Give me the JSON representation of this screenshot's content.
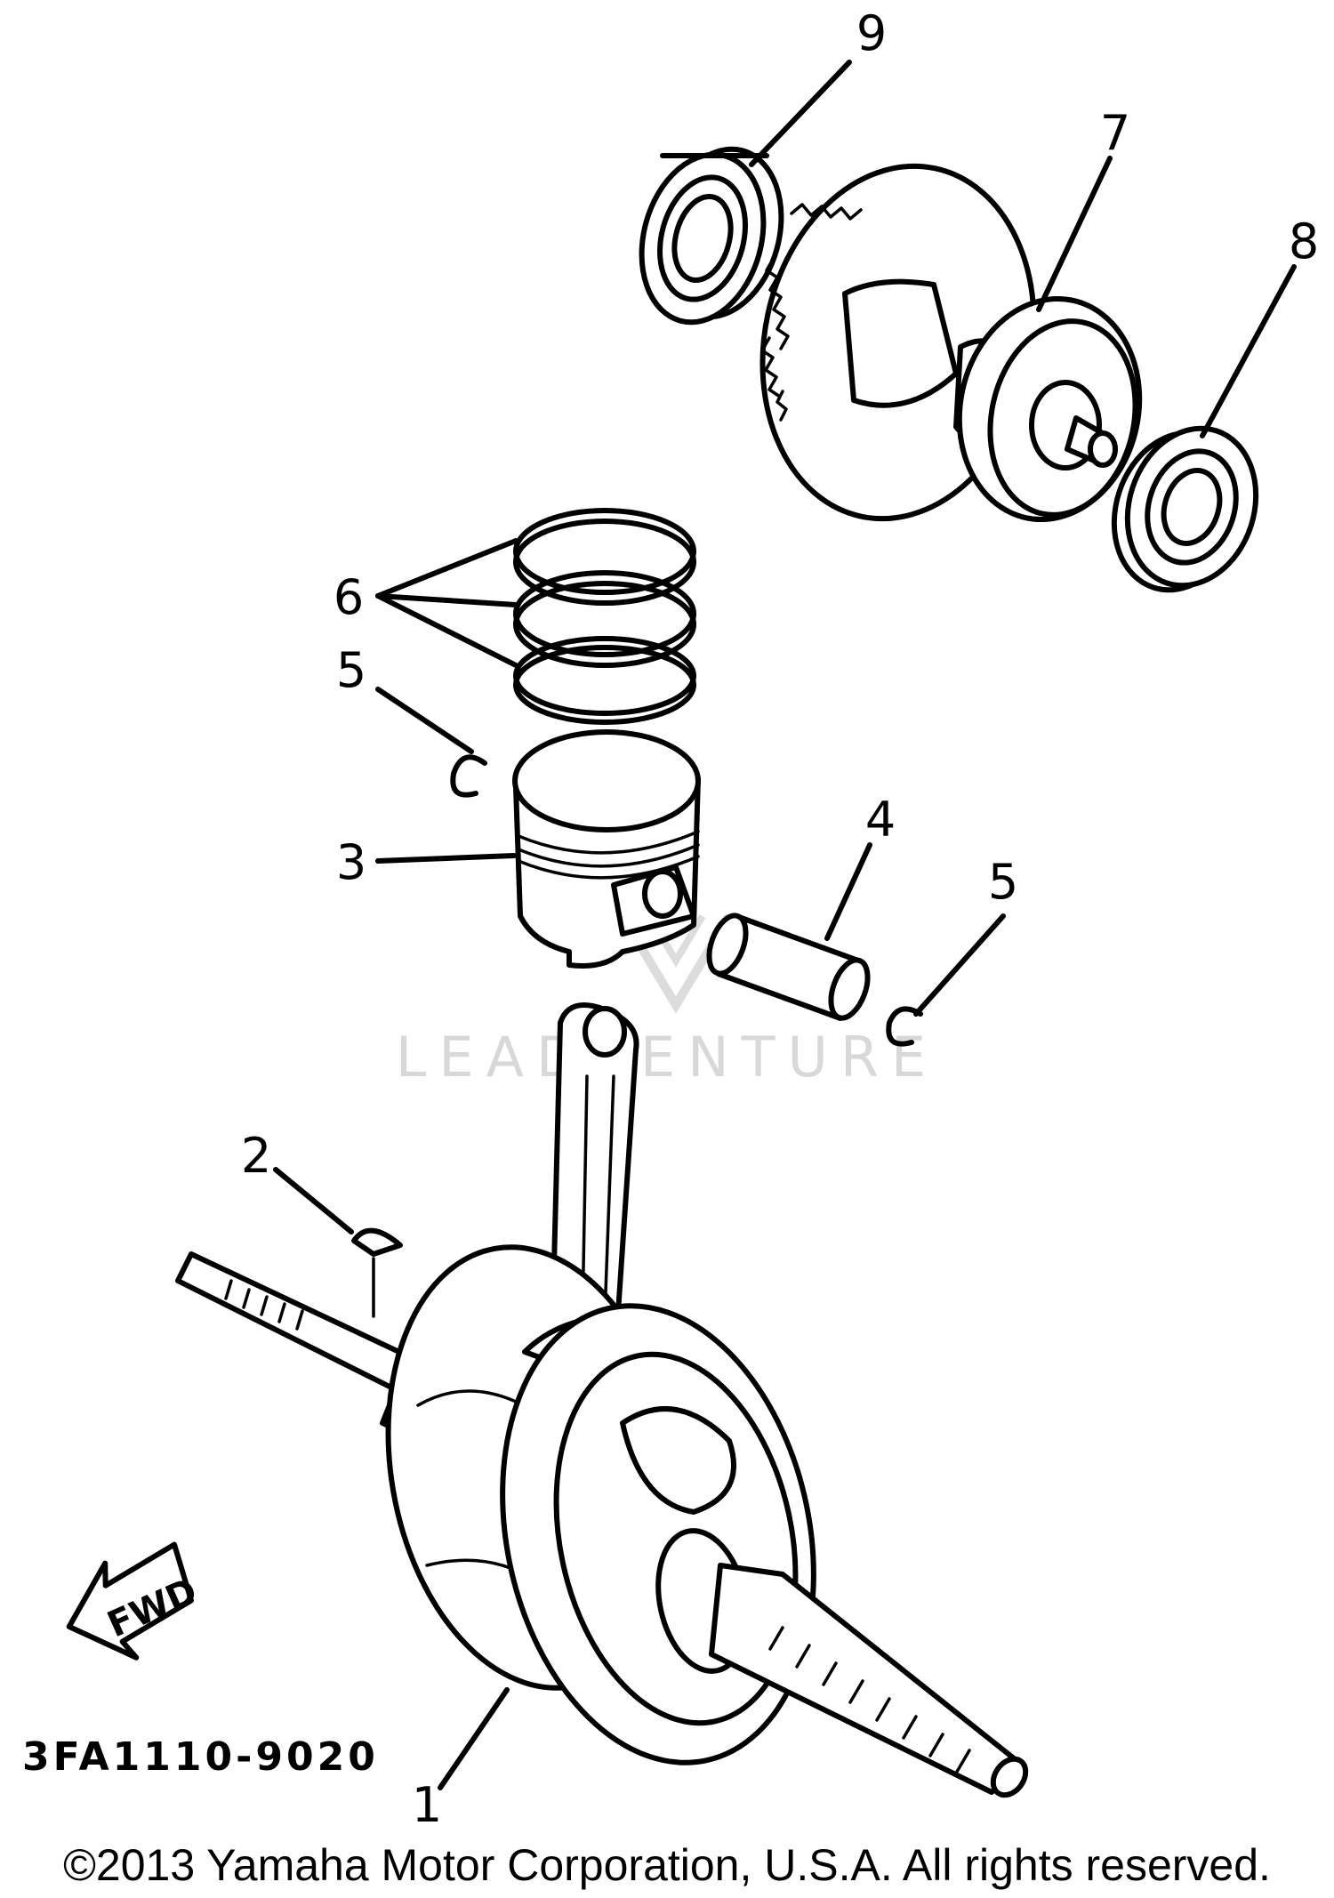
{
  "diagram": {
    "callouts": [
      "1",
      "2",
      "3",
      "4",
      "5",
      "5",
      "6",
      "7",
      "8",
      "9"
    ],
    "part_code": "3FA1110-9020",
    "direction_label": "FWD",
    "watermark": "LEADVENTURE",
    "copyright": "©2013 Yamaha Motor Corporation, U.S.A. All rights reserved."
  }
}
